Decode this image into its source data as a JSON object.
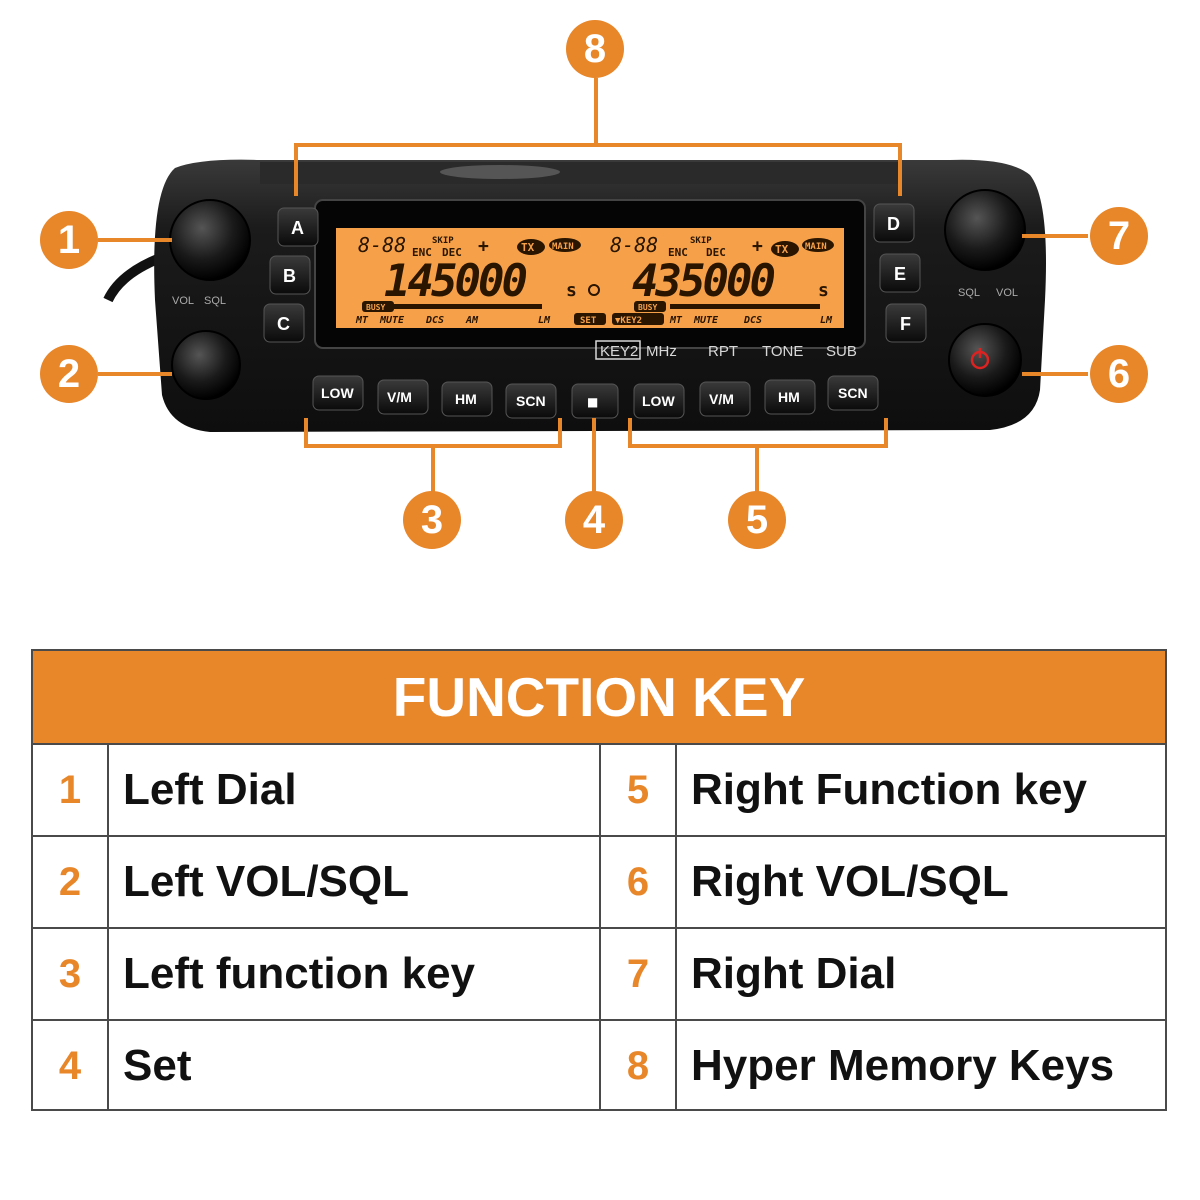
{
  "colors": {
    "accent": "#e8862a",
    "lcd_backlight": "#f6a14a",
    "radio_body": "#1c1c1c"
  },
  "callouts": [
    "1",
    "2",
    "3",
    "4",
    "5",
    "6",
    "7",
    "8"
  ],
  "radio": {
    "side_keys_left": [
      "A",
      "B",
      "C"
    ],
    "side_keys_right": [
      "D",
      "E",
      "F"
    ],
    "left_band": {
      "freq": "145000",
      "suffix": "s",
      "segments": "8-88",
      "icons": [
        "SKIP",
        "ENC",
        "DEC",
        "TX"
      ]
    },
    "right_band": {
      "freq": "435000",
      "suffix": "s",
      "segments": "8-88",
      "icons": [
        "SKIP",
        "ENC",
        "DEC",
        "TX",
        "MAIN"
      ]
    },
    "lcd_bottom_left": [
      "MT",
      "MUTE",
      "DCS",
      "AM",
      "LM"
    ],
    "lcd_bottom_right": [
      "MT",
      "MUTE",
      "DCS",
      "LM"
    ],
    "lcd_busy": "BUSY",
    "lcd_main": "MAIN",
    "lcd_set": "SET",
    "lcd_key2": "▼KEY2",
    "secondary_labels": [
      "KEY2",
      "MHz",
      "RPT",
      "TONE",
      "SUB"
    ],
    "left_function_keys": [
      "LOW",
      "V/M",
      "HM",
      "SCN"
    ],
    "set_key": "■",
    "right_function_keys": [
      "LOW",
      "V/M",
      "HM",
      "SCN"
    ],
    "knob_labels_left": [
      "VOL",
      "SQL"
    ],
    "knob_labels_right": [
      "SQL",
      "VOL"
    ]
  },
  "table": {
    "title": "FUNCTION KEY",
    "rows": [
      {
        "left_num": "1",
        "left_label": "Left Dial",
        "right_num": "5",
        "right_label": "Right Function key"
      },
      {
        "left_num": "2",
        "left_label": "Left VOL/SQL",
        "right_num": "6",
        "right_label": "Right VOL/SQL"
      },
      {
        "left_num": "3",
        "left_label": "Left function key",
        "right_num": "7",
        "right_label": "Right Dial"
      },
      {
        "left_num": "4",
        "left_label": "Set",
        "right_num": "8",
        "right_label": "Hyper Memory Keys"
      }
    ]
  }
}
